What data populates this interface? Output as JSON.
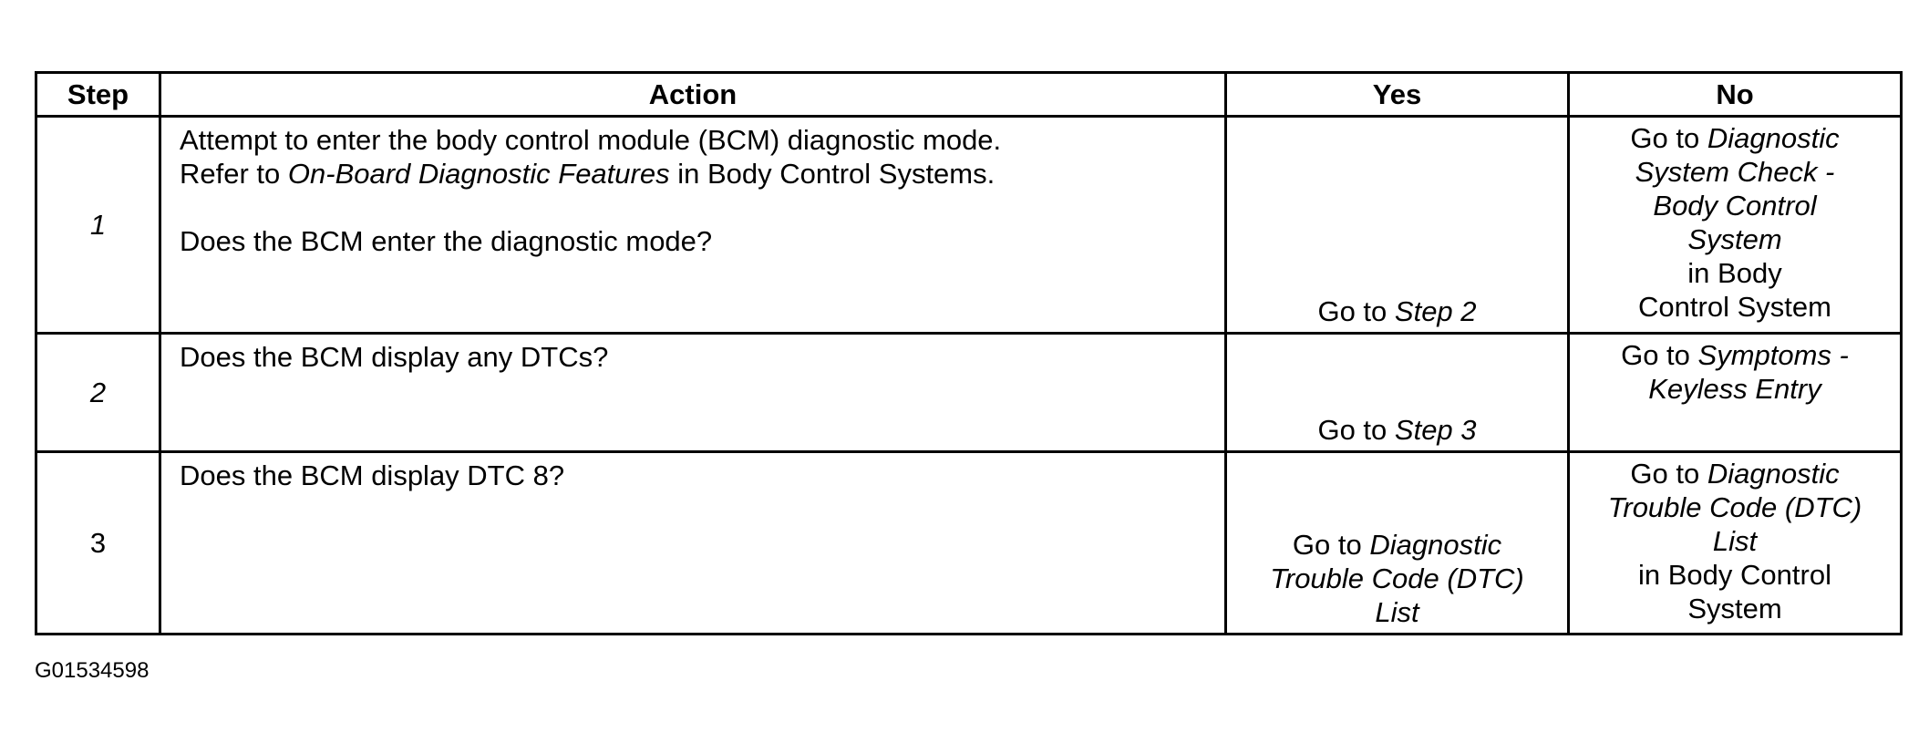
{
  "table": {
    "headers": {
      "step": "Step",
      "action": "Action",
      "yes": "Yes",
      "no": "No"
    },
    "rows": [
      {
        "step": "1",
        "action": {
          "l1": "Attempt to enter the body control module (BCM) diagnostic mode.",
          "l2_pre": "Refer to ",
          "l2_em": "On-Board Diagnostic Features",
          "l2_post": " in Body Control Systems.",
          "question": "Does the BCM enter the diagnostic mode?"
        },
        "yes": {
          "pre": "Go to ",
          "em": "Step 2"
        },
        "no": {
          "pre": "Go to ",
          "em1": "Diagnostic",
          "em2": "System Check -",
          "em3": "Body Control",
          "em4": "System",
          "post1": "in Body",
          "post2": "Control System"
        }
      },
      {
        "step": "2",
        "action": {
          "question": "Does the BCM display any DTCs?"
        },
        "yes": {
          "pre": "Go to ",
          "em": "Step 3"
        },
        "no": {
          "pre": "Go to ",
          "em1": "Symptoms -",
          "em2": "Keyless Entry"
        }
      },
      {
        "step": "3",
        "action": {
          "question": "Does the BCM display DTC 8?"
        },
        "yes": {
          "pre": "Go to ",
          "em1": "Diagnostic",
          "em2": "Trouble Code (DTC)",
          "em3": "List"
        },
        "no": {
          "pre": "Go to ",
          "em1": "Diagnostic",
          "em2": "Trouble Code (DTC)",
          "em3": "List",
          "post1": "in Body Control",
          "post2": "System"
        }
      }
    ]
  },
  "figure_id": "G01534598"
}
